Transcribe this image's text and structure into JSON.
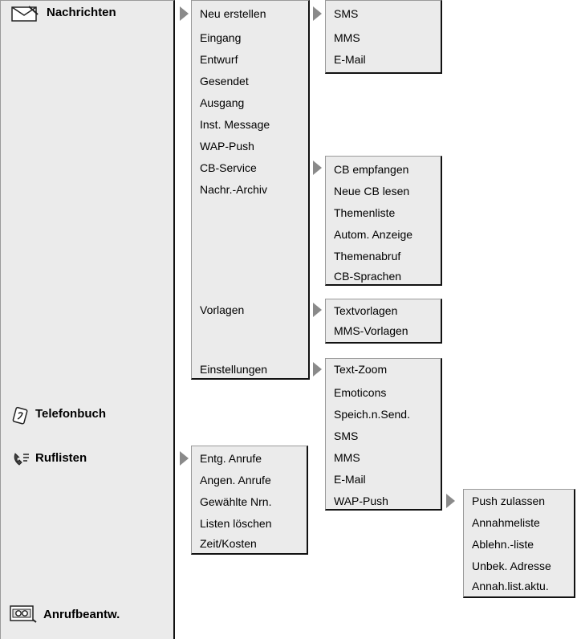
{
  "main_menu": {
    "nachrichten": "Nachrichten",
    "telefonbuch": "Telefonbuch",
    "ruflisten": "Ruflisten",
    "anrufbeantw": "Anrufbeantw.",
    "icons": [
      "envelope-icon",
      "phonebook-icon",
      "call-list-icon",
      "answering-machine-icon"
    ]
  },
  "nachrichten_submenu": [
    "Neu erstellen",
    "Eingang",
    "Entwurf",
    "Gesendet",
    "Ausgang",
    "Inst. Message",
    "WAP-Push",
    "CB-Service",
    "Nachr.-Archiv",
    "Vorlagen",
    "Einstellungen"
  ],
  "neu_erstellen_submenu": [
    "SMS",
    "MMS",
    "E-Mail"
  ],
  "cb_service_submenu": [
    "CB empfangen",
    "Neue CB lesen",
    "Themenliste",
    "Autom. Anzeige",
    "Themenabruf",
    "CB-Sprachen"
  ],
  "vorlagen_submenu": [
    "Textvorlagen",
    "MMS-Vorlagen"
  ],
  "einstellungen_submenu": [
    "Text-Zoom",
    "Emoticons",
    "Speich.n.Send.",
    "SMS",
    "MMS",
    "E-Mail",
    "WAP-Push"
  ],
  "wap_push_submenu": [
    "Push zulassen",
    "Annahmeliste",
    "Ablehn.-liste",
    "Unbek. Adresse",
    "Annah.list.aktu."
  ],
  "ruflisten_submenu": [
    "Entg. Anrufe",
    "Angen. Anrufe",
    "Gewählte Nrn.",
    "Listen löschen",
    "Zeit/Kosten"
  ]
}
